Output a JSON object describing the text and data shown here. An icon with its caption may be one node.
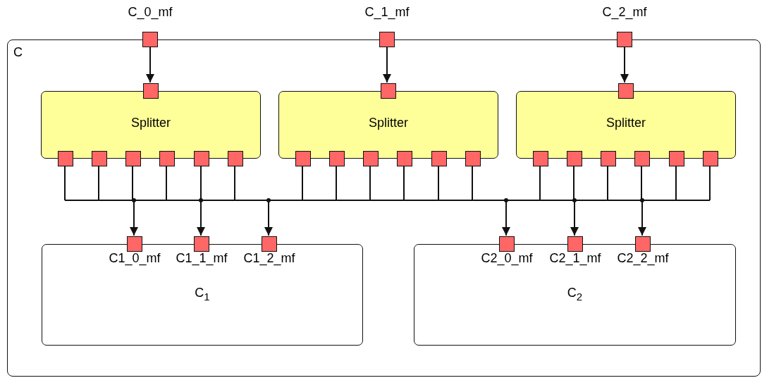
{
  "diagram": {
    "nodes": [
      {
        "text": [
          "C_0_mf"
        ]
      },
      {
        "text": [
          "C_1_mf"
        ]
      },
      {
        "text": [
          "C_2_mf"
        ]
      },
      {
        "text": [
          "C"
        ]
      },
      {
        "text": [
          "Splitter"
        ],
        "in": 3
      },
      {
        "text": [],
        "shape": "box",
        "in": 3
      },
      {
        "text": [],
        "shape": "box",
        "in": 3
      },
      {
        "text": [],
        "shape": "box",
        "in": 3
      },
      {
        "text": [],
        "shape": "box",
        "in": 3
      },
      {
        "text": [],
        "shape": "box",
        "in": 3
      },
      {
        "text": [],
        "shape": "box",
        "in": 3
      },
      {
        "text": [],
        "shape": "box",
        "in": 3
      },
      {
        "text": [
          "Splitter"
        ],
        "in": 3
      },
      {
        "text": [],
        "shape": "box",
        "in": 3
      },
      {
        "text": [],
        "shape": "box",
        "in": 3
      },
      {
        "text": [],
        "shape": "box",
        "in": 3
      },
      {
        "text": [],
        "shape": "box",
        "in": 3
      },
      {
        "text": [],
        "shape": "box",
        "in": 3
      },
      {
        "text": [],
        "shape": "box",
        "in": 3
      },
      {
        "text": [],
        "shape": "box",
        "in": 3
      },
      {
        "text": [
          "Splitter"
        ],
        "in": 3
      },
      {
        "text": [],
        "shape": "box",
        "in": 3
      },
      {
        "text": [],
        "shape": "box",
        "in": 3
      },
      {
        "text": [],
        "shape": "box",
        "in": 3
      },
      {
        "text": [],
        "shape": "box",
        "in": 3
      },
      {
        "text": [],
        "shape": "box",
        "in": 3
      },
      {
        "text": [],
        "shape": "box",
        "in": 3
      },
      {
        "text": [],
        "shape": "box",
        "in": 3
      },
      {
        "text": [
          "C$_{1}$"
        ],
        "in": 3
      },
      {
        "text": [
          "C1_0_mf"
        ],
        "in": 3
      },
      {
        "text": [
          "C1_1_mf"
        ],
        "in": 3
      },
      {
        "text": [
          "C1_2_mf"
        ],
        "in": 3
      },
      {
        "text": [
          "C$_{2}$"
        ],
        "in": 3
      },
      {
        "text": [
          "C2_0_mf"
        ],
        "in": 3
      },
      {
        "text": [
          "C2_1_mf"
        ],
        "in": 3
      },
      {
        "text": [
          "C2_2_mf"
        ],
        "in": 3
      }
    ],
    "edges": [
      {
        "from": 0,
        "to": 5,
        "arrow": "to"
      },
      {
        "from": 1,
        "to": 13,
        "arrow": "to"
      },
      {
        "from": 2,
        "to": 21,
        "arrow": "to"
      },
      {
        "from": 6,
        "to": 29,
        "arrow": "to"
      },
      {
        "from": 6,
        "to": 30,
        "arrow": "to"
      },
      {
        "from": 6,
        "to": 31,
        "arrow": "to"
      },
      {
        "from": 6,
        "to": 33,
        "arrow": "to"
      },
      {
        "from": 6,
        "to": 34,
        "arrow": "to"
      },
      {
        "from": 6,
        "to": 35,
        "arrow": "to"
      },
      {
        "from": 7,
        "to": 29,
        "arrow": "to"
      },
      {
        "from": 7,
        "to": 30,
        "arrow": "to"
      },
      {
        "from": 7,
        "to": 31,
        "arrow": "to"
      },
      {
        "from": 7,
        "to": 33,
        "arrow": "to"
      },
      {
        "from": 7,
        "to": 34,
        "arrow": "to"
      },
      {
        "from": 7,
        "to": 35,
        "arrow": "to"
      },
      {
        "from": 8,
        "to": 29,
        "arrow": "to"
      },
      {
        "from": 8,
        "to": 30,
        "arrow": "to"
      },
      {
        "from": 8,
        "to": 31,
        "arrow": "to"
      },
      {
        "from": 8,
        "to": 33,
        "arrow": "to"
      },
      {
        "from": 8,
        "to": 34,
        "arrow": "to"
      },
      {
        "from": 8,
        "to": 35,
        "arrow": "to"
      },
      {
        "from": 9,
        "to": 29,
        "arrow": "to"
      },
      {
        "from": 9,
        "to": 30,
        "arrow": "to"
      },
      {
        "from": 9,
        "to": 31,
        "arrow": "to"
      },
      {
        "from": 9,
        "to": 33,
        "arrow": "to"
      },
      {
        "from": 9,
        "to": 34,
        "arrow": "to"
      },
      {
        "from": 9,
        "to": 35,
        "arrow": "to"
      },
      {
        "from": 10,
        "to": 29,
        "arrow": "to"
      },
      {
        "from": 10,
        "to": 30,
        "arrow": "to"
      },
      {
        "from": 10,
        "to": 31,
        "arrow": "to"
      },
      {
        "from": 10,
        "to": 33,
        "arrow": "to"
      },
      {
        "from": 10,
        "to": 34,
        "arrow": "to"
      },
      {
        "from": 10,
        "to": 35,
        "arrow": "to"
      },
      {
        "from": 11,
        "to": 29,
        "arrow": "to"
      },
      {
        "from": 11,
        "to": 30,
        "arrow": "to"
      },
      {
        "from": 11,
        "to": 31,
        "arrow": "to"
      },
      {
        "from": 11,
        "to": 33,
        "arrow": "to"
      },
      {
        "from": 11,
        "to": 34,
        "arrow": "to"
      },
      {
        "from": 11,
        "to": 35,
        "arrow": "to"
      },
      {
        "from": 14,
        "to": 29,
        "arrow": "to"
      },
      {
        "from": 14,
        "to": 30,
        "arrow": "to"
      },
      {
        "from": 14,
        "to": 31,
        "arrow": "to"
      },
      {
        "from": 14,
        "to": 33,
        "arrow": "to"
      },
      {
        "from": 14,
        "to": 34,
        "arrow": "to"
      },
      {
        "from": 14,
        "to": 35,
        "arrow": "to"
      },
      {
        "from": 15,
        "to": 29,
        "arrow": "to"
      },
      {
        "from": 15,
        "to": 30,
        "arrow": "to"
      },
      {
        "from": 15,
        "to": 31,
        "arrow": "to"
      },
      {
        "from": 15,
        "to": 33,
        "arrow": "to"
      },
      {
        "from": 15,
        "to": 34,
        "arrow": "to"
      },
      {
        "from": 15,
        "to": 35,
        "arrow": "to"
      },
      {
        "from": 16,
        "to": 29,
        "arrow": "to"
      },
      {
        "from": 16,
        "to": 30,
        "arrow": "to"
      },
      {
        "from": 16,
        "to": 31,
        "arrow": "to"
      },
      {
        "from": 16,
        "to": 33,
        "arrow": "to"
      },
      {
        "from": 16,
        "to": 34,
        "arrow": "to"
      },
      {
        "from": 16,
        "to": 35,
        "arrow": "to"
      },
      {
        "from": 17,
        "to": 29,
        "arrow": "to"
      },
      {
        "from": 17,
        "to": 30,
        "arrow": "to"
      },
      {
        "from": 17,
        "to": 31,
        "arrow": "to"
      },
      {
        "from": 17,
        "to": 33,
        "arrow": "to"
      },
      {
        "from": 17,
        "to": 34,
        "arrow": "to"
      },
      {
        "from": 17,
        "to": 35,
        "arrow": "to"
      },
      {
        "from": 18,
        "to": 29,
        "arrow": "to"
      },
      {
        "from": 18,
        "to": 30,
        "arrow": "to"
      },
      {
        "from": 18,
        "to": 31,
        "arrow": "to"
      },
      {
        "from": 18,
        "to": 33,
        "arrow": "to"
      },
      {
        "from": 18,
        "to": 34,
        "arrow": "to"
      },
      {
        "from": 18,
        "to": 35,
        "arrow": "to"
      },
      {
        "from": 19,
        "to": 29,
        "arrow": "to"
      },
      {
        "from": 19,
        "to": 30,
        "arrow": "to"
      },
      {
        "from": 19,
        "to": 31,
        "arrow": "to"
      },
      {
        "from": 19,
        "to": 33,
        "arrow": "to"
      },
      {
        "from": 19,
        "to": 34,
        "arrow": "to"
      },
      {
        "from": 19,
        "to": 35,
        "arrow": "to"
      },
      {
        "from": 22,
        "to": 29,
        "arrow": "to"
      },
      {
        "from": 22,
        "to": 30,
        "arrow": "to"
      },
      {
        "from": 22,
        "to": 31,
        "arrow": "to"
      },
      {
        "from": 22,
        "to": 33,
        "arrow": "to"
      },
      {
        "from": 22,
        "to": 34,
        "arrow": "to"
      },
      {
        "from": 22,
        "to": 35,
        "arrow": "to"
      },
      {
        "from": 23,
        "to": 29,
        "arrow": "to"
      },
      {
        "from": 23,
        "to": 30,
        "arrow": "to"
      },
      {
        "from": 23,
        "to": 31,
        "arrow": "to"
      },
      {
        "from": 23,
        "to": 33,
        "arrow": "to"
      },
      {
        "from": 23,
        "to": 34,
        "arrow": "to"
      },
      {
        "from": 23,
        "to": 35,
        "arrow": "to"
      },
      {
        "from": 24,
        "to": 29,
        "arrow": "to"
      },
      {
        "from": 24,
        "to": 30,
        "arrow": "to"
      },
      {
        "from": 24,
        "to": 31,
        "arrow": "to"
      },
      {
        "from": 24,
        "to": 33,
        "arrow": "to"
      },
      {
        "from": 24,
        "to": 34,
        "arrow": "to"
      },
      {
        "from": 24,
        "to": 35,
        "arrow": "to"
      },
      {
        "from": 25,
        "to": 29,
        "arrow": "to"
      },
      {
        "from": 25,
        "to": 30,
        "arrow": "to"
      },
      {
        "from": 25,
        "to": 31,
        "arrow": "to"
      },
      {
        "from": 25,
        "to": 33,
        "arrow": "to"
      },
      {
        "from": 25,
        "to": 34,
        "arrow": "to"
      },
      {
        "from": 25,
        "to": 35,
        "arrow": "to"
      },
      {
        "from": 26,
        "to": 29,
        "arrow": "to"
      },
      {
        "from": 26,
        "to": 30,
        "arrow": "to"
      },
      {
        "from": 26,
        "to": 31,
        "arrow": "to"
      },
      {
        "from": 26,
        "to": 33,
        "arrow": "to"
      },
      {
        "from": 26,
        "to": 34,
        "arrow": "to"
      },
      {
        "from": 26,
        "to": 35,
        "arrow": "to"
      },
      {
        "from": 27,
        "to": 29,
        "arrow": "to"
      },
      {
        "from": 27,
        "to": 30,
        "arrow": "to"
      },
      {
        "from": 27,
        "to": 31,
        "arrow": "to"
      },
      {
        "from": 27,
        "to": 33,
        "arrow": "to"
      },
      {
        "from": 27,
        "to": 34,
        "arrow": "to"
      },
      {
        "from": 27,
        "to": 35,
        "arrow": "to"
      }
    ]
  }
}
